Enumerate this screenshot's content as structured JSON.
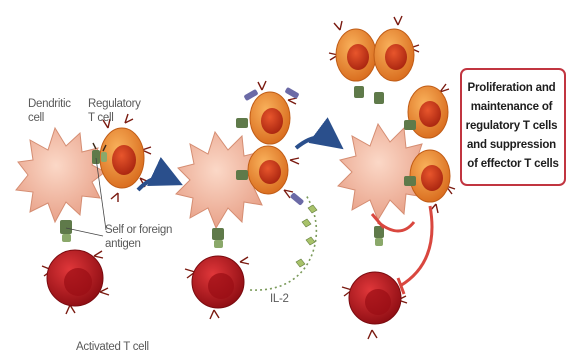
{
  "labels": {
    "dendritic_cell": [
      "Dendritic",
      "cell"
    ],
    "regulatory_t_cell": [
      "Regulatory",
      "T cell"
    ],
    "antigen": [
      "Self or foreign",
      "antigen"
    ],
    "activated_t_cell": "Activated T cell",
    "il2": "IL-2"
  },
  "result_box": {
    "lines": [
      "Proliferation and",
      "maintenance of",
      "regulatory T cells",
      "and suppression",
      "of effector T cells"
    ]
  },
  "colors": {
    "dendritic": "#f2b49b",
    "regulatory": "#f0882d",
    "regulatory_nucleus": "#c8361c",
    "activated": "#b5121b",
    "receptor": "#5f7a4a",
    "flow_arrow": "#2a4f8c",
    "inhibit": "#d9473f",
    "box_border": "#c13540"
  }
}
